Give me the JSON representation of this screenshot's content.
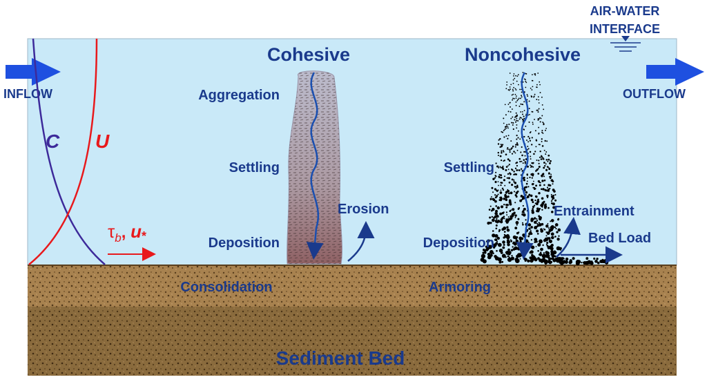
{
  "labels": {
    "interface_line1": "AIR-WATER",
    "interface_line2": "INTERFACE",
    "inflow": "INFLOW",
    "outflow": "OUTFLOW",
    "cohesive": "Cohesive",
    "noncohesive": "Noncohesive",
    "aggregation": "Aggregation",
    "settling_cohesive": "Settling",
    "erosion": "Erosion",
    "deposition_cohesive": "Deposition",
    "settling_noncohesive": "Settling",
    "entrainment": "Entrainment",
    "bed_load": "Bed Load",
    "deposition_noncohesive": "Deposition",
    "consolidation": "Consolidation",
    "armoring": "Armoring",
    "sediment_bed": "Sediment Bed",
    "profile_c": "C",
    "profile_u": "U",
    "shear_tau": "τ",
    "shear_sub_b": "b",
    "shear_sep": ", ",
    "shear_u": "u",
    "shear_star": "*"
  },
  "colors": {
    "water": "#c9e9f8",
    "sediment": "#a07a4e",
    "sediment_dark": "#7a5f36",
    "label": "#1a3a8c",
    "arrow": "#1e50e0",
    "velocity_profile": "#e8191c",
    "concentration_profile": "#3d2a9a",
    "cohesive_plume": "#a79aa6",
    "noncohesive_particles": "#000000"
  }
}
